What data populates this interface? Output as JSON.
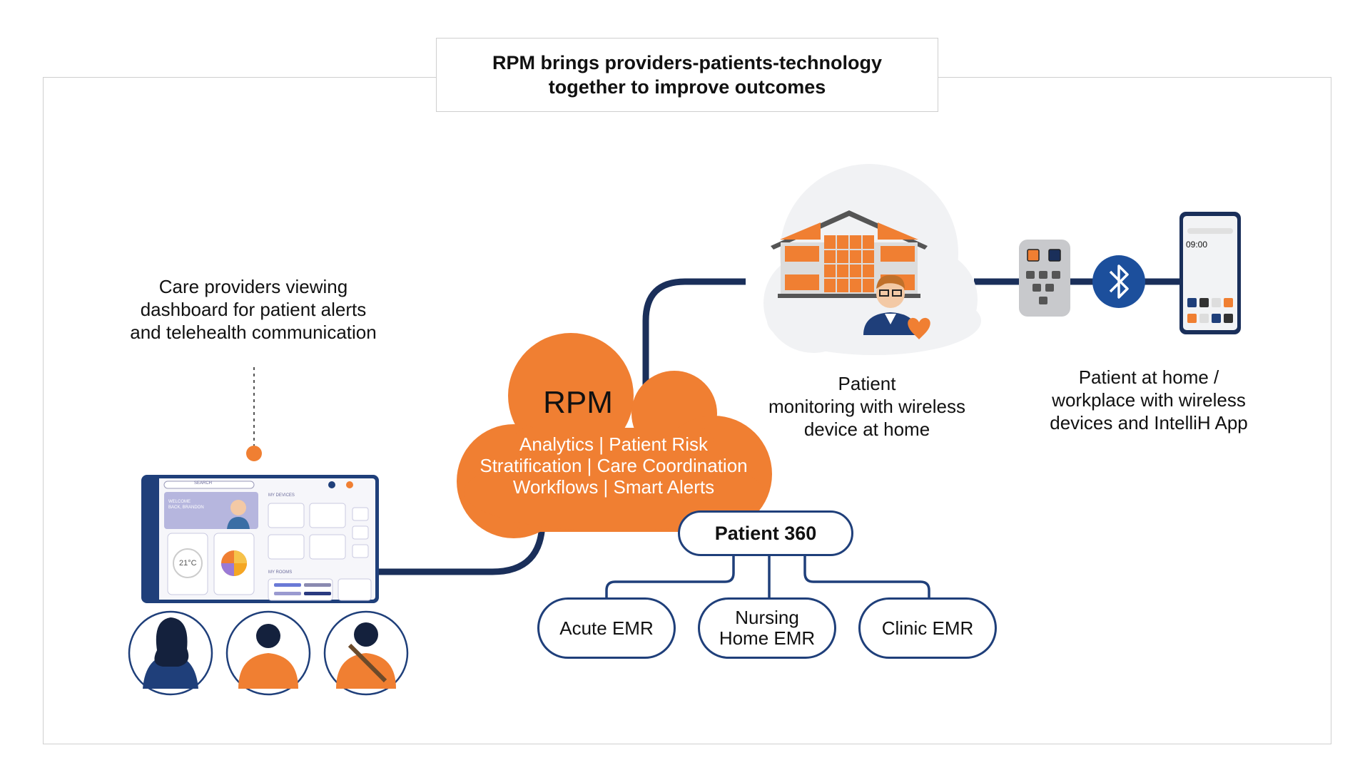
{
  "title": {
    "line1": "RPM brings providers-patients-technology",
    "line2": "together to improve outcomes"
  },
  "care_providers": {
    "line1": "Care providers viewing",
    "line2": "dashboard for patient alerts",
    "line3": "and telehealth communication"
  },
  "cloud": {
    "heading": "RPM",
    "line1": "Analytics | Patient Risk",
    "line2": "Stratification | Care Coordination",
    "line3": "Workflows | Smart Alerts"
  },
  "patient_monitoring": {
    "line1": "Patient",
    "line2": "monitoring with wireless",
    "line3": "device at home"
  },
  "patient_home": {
    "line1": "Patient at home /",
    "line2": "workplace with wireless",
    "line3": "devices and IntelliH App"
  },
  "patient360": {
    "label": "Patient 360"
  },
  "emr": {
    "acute": "Acute EMR",
    "nursing_line1": "Nursing",
    "nursing_line2": "Home EMR",
    "clinic": "Clinic EMR"
  },
  "phone": {
    "time": "09:00"
  },
  "dashboard": {
    "search": "SEARCH",
    "welcome_line1": "WELCOME",
    "welcome_line2": "BACK, BRANDON",
    "my_devices": "MY DEVICES",
    "my_rooms": "MY ROOMS",
    "temperature": "21°C"
  },
  "colors": {
    "orange": "#f07f32",
    "navy": "#1a2f5a",
    "blue": "#1f3f7a",
    "bluetooth": "#1c4f9c"
  },
  "icons": [
    "house-icon",
    "patient-avatar-icon",
    "heart-icon",
    "remote-device-icon",
    "bluetooth-icon",
    "smartphone-icon",
    "tablet-dashboard-icon",
    "person-icon"
  ]
}
